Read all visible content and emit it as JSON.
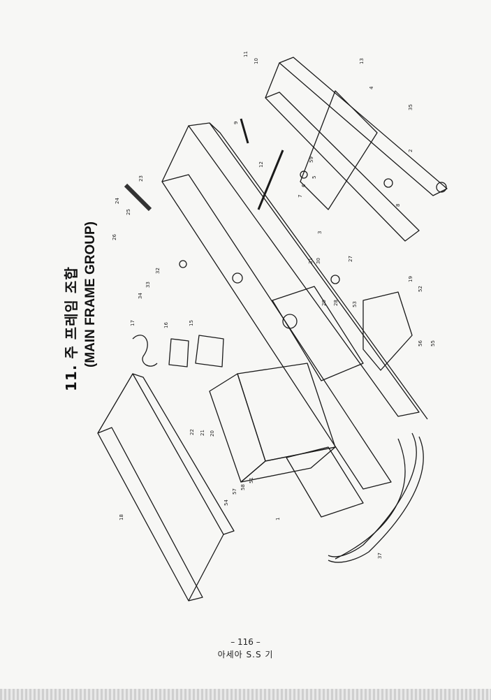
{
  "title": {
    "korean": "11. 주 프레임 조합",
    "english": "(MAIN FRAME GROUP)"
  },
  "footer": {
    "page_number": "– 116 –",
    "publisher": "아세아 S.S 기"
  },
  "part_numbers": [
    "1",
    "2",
    "3",
    "4",
    "5",
    "6",
    "7",
    "8",
    "9",
    "10",
    "11",
    "12",
    "13",
    "15",
    "16",
    "17",
    "18",
    "19",
    "20",
    "21",
    "22",
    "23",
    "24",
    "25",
    "26",
    "27",
    "28",
    "29",
    "30",
    "31",
    "32",
    "33",
    "34",
    "35",
    "37",
    "51",
    "52",
    "53",
    "54",
    "55",
    "56",
    "57",
    "58",
    "59"
  ],
  "colors": {
    "ink": "#1a1a1a",
    "paper": "#f7f7f5"
  }
}
